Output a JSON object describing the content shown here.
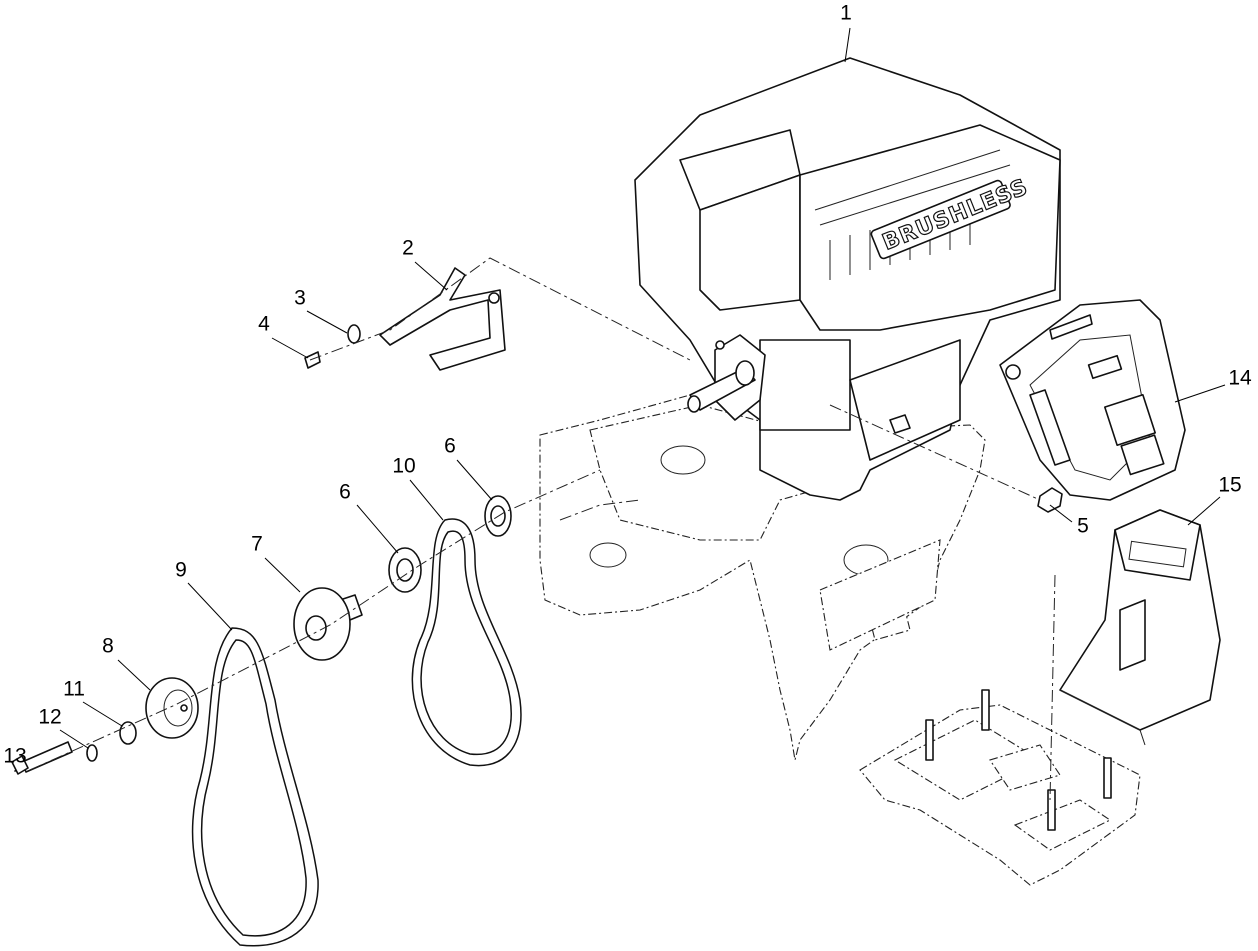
{
  "diagram": {
    "logo_text": "BRUSHLESS",
    "callouts": [
      "1",
      "2",
      "3",
      "4",
      "5",
      "6",
      "6",
      "7",
      "8",
      "9",
      "10",
      "11",
      "12",
      "13",
      "14",
      "15"
    ]
  }
}
